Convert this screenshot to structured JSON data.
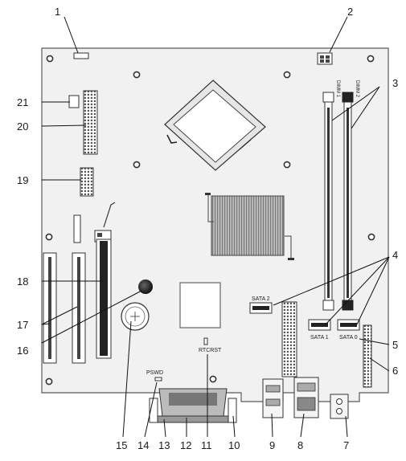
{
  "callouts": [
    "1",
    "2",
    "3",
    "4",
    "5",
    "6",
    "7",
    "8",
    "9",
    "10",
    "11",
    "12",
    "13",
    "14",
    "15",
    "16",
    "17",
    "18",
    "19",
    "20",
    "21"
  ],
  "board_labels": {
    "dimm1": "DIMM 1",
    "dimm2": "DIMM 2",
    "sata0": "SATA 0",
    "sata1": "SATA 1",
    "sata2": "SATA 2",
    "rtcrst": "RTCRST",
    "pswd": "PSWD"
  }
}
